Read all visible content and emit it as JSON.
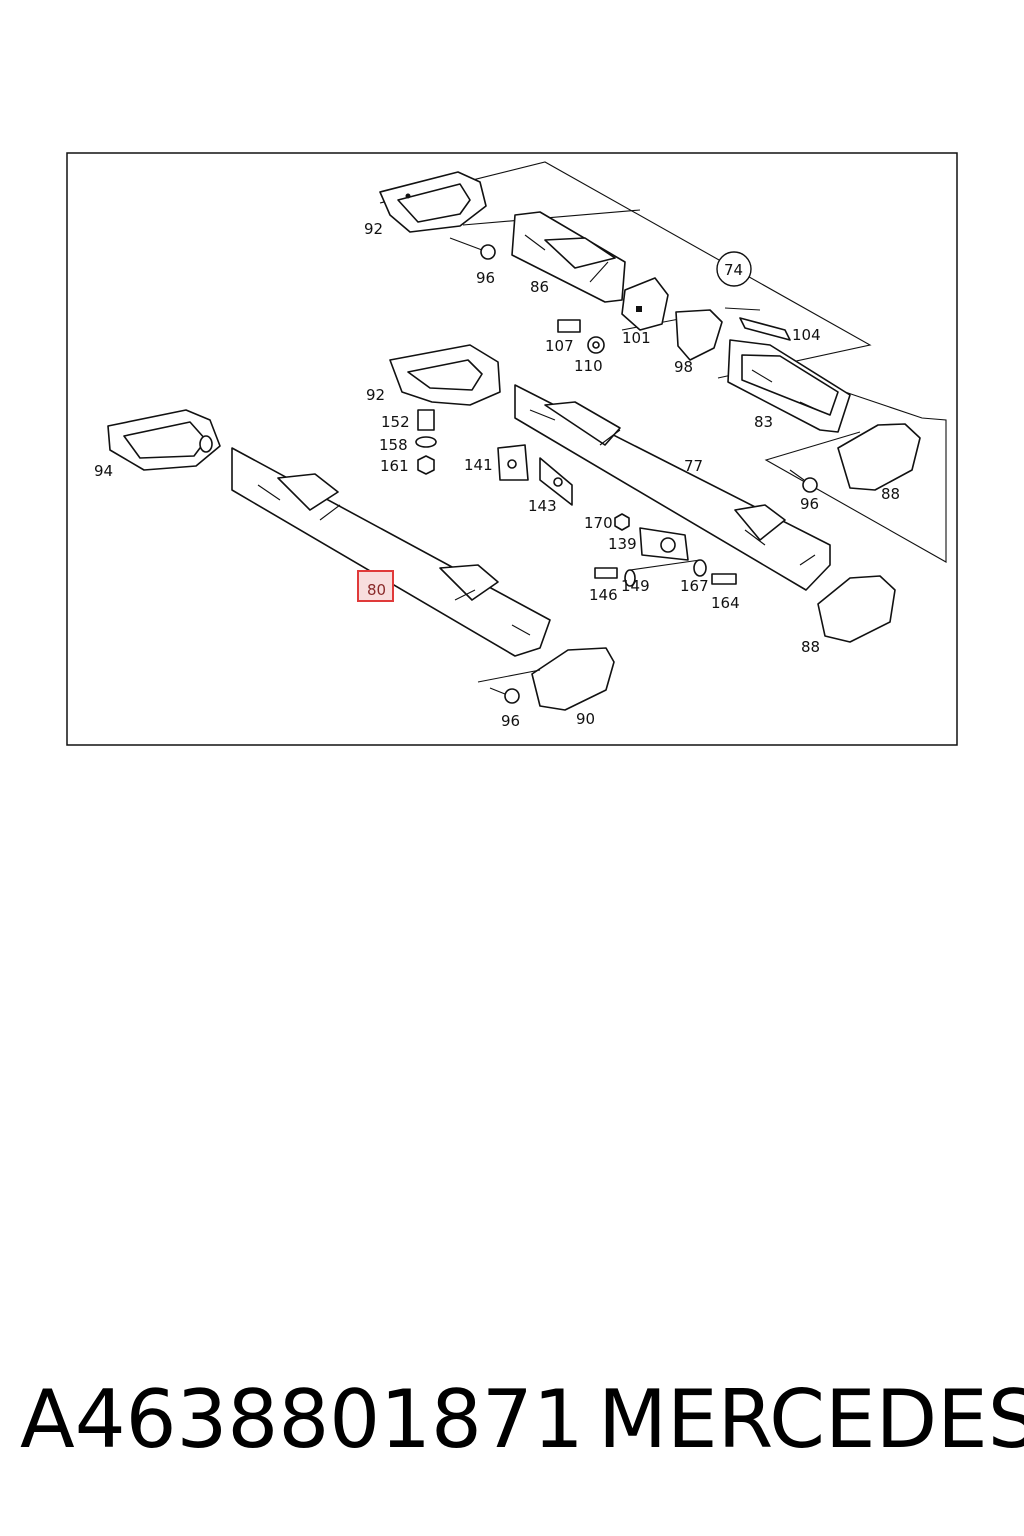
{
  "diagram": {
    "labels": {
      "l92a": "92",
      "l96a": "96",
      "l86": "86",
      "l74": "74",
      "l101": "101",
      "l107": "107",
      "l110": "110",
      "l98": "98",
      "l104": "104",
      "l92b": "92",
      "l83": "83",
      "l152": "152",
      "l158": "158",
      "l161": "161",
      "l141": "141",
      "l143": "143",
      "l77": "77",
      "l94": "94",
      "l96b": "96",
      "l88a": "88",
      "l170": "170",
      "l139": "139",
      "l146": "146",
      "l149": "149",
      "l167": "167",
      "l164": "164",
      "l80": "80",
      "l88b": "88",
      "l96c": "96",
      "l90": "90"
    },
    "highlighted_label": "80",
    "highlight_color": "#e03a3a"
  },
  "footer": {
    "part_number": "A4638801871",
    "brand": "MERCEDES"
  }
}
